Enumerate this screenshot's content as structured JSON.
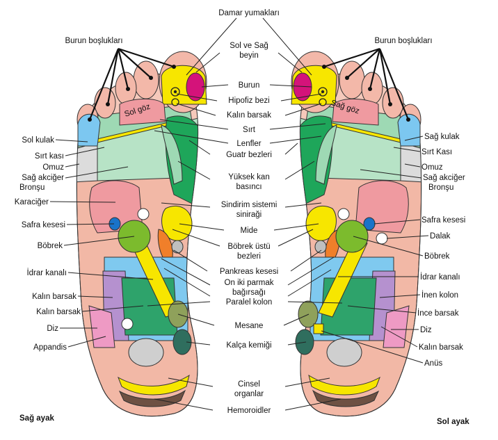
{
  "left_foot_title": "Sağ ayak",
  "right_foot_title": "Sol ayak",
  "center": {
    "damar": "Damar yumakları",
    "beyin1": "Sol ve Sağ",
    "beyin2": "beyin",
    "burun": "Burun",
    "hipofiz": "Hipofiz bezi",
    "kalin_barsak": "Kalın barsak",
    "sirt": "Sırt",
    "lenfler": "Lenfler",
    "guatr": "Guatr bezleri",
    "yuksek1": "Yüksek kan",
    "yuksek2": "basıncı",
    "sindirim1": "Sindirim sistemi",
    "sindirim2": "siniraği",
    "mide": "Mide",
    "bobrek_ustu1": "Böbrek üstü",
    "bobrek_ustu2": "bezleri",
    "pankreas": "Pankreas kesesi",
    "on_iki1": "On iki parmak",
    "on_iki2": "bağırsağı",
    "paralel": "Paralel kolon",
    "mesane": "Mesane",
    "kalca": "Kalça kemiği",
    "cinsel1": "Cinsel",
    "cinsel2": "organlar",
    "hemoroid": "Hemoroidler"
  },
  "left": {
    "burun_bosluk": "Burun boşlukları",
    "sol_goz": "Sol göz",
    "sol_kulak": "Sol kulak",
    "sirt_kasi": "Sırt kası",
    "omuz": "Omuz",
    "akciger1": "Sağ akciğer",
    "akciger2": "Bronşu",
    "karaciger": "Karaciğer",
    "safra": "Safra kesesi",
    "bobrek": "Böbrek",
    "idrar": "İdrar kanalı",
    "kalin1": "Kalın barsak",
    "kalin2": "Kalın barsak",
    "diz": "Diz",
    "appandis": "Appandis"
  },
  "right": {
    "burun_bosluk": "Burun boşlukları",
    "sag_goz": "Sağ göz",
    "sag_kulak": "Sağ kulak",
    "sirt_kasi": "Sırt Kası",
    "omuz": "Omuz",
    "akciger1": "Sağ akciğer",
    "akciger2": "Bronşu",
    "safra": "Safra kesesi",
    "dalak": "Dalak",
    "bobrek": "Böbrek",
    "idrar": "İdrar kanalı",
    "inen": "İnen kolon",
    "ince": "İnce barsak",
    "diz": "Diz",
    "kalin": "Kalın barsak",
    "anus": "Anüs"
  }
}
